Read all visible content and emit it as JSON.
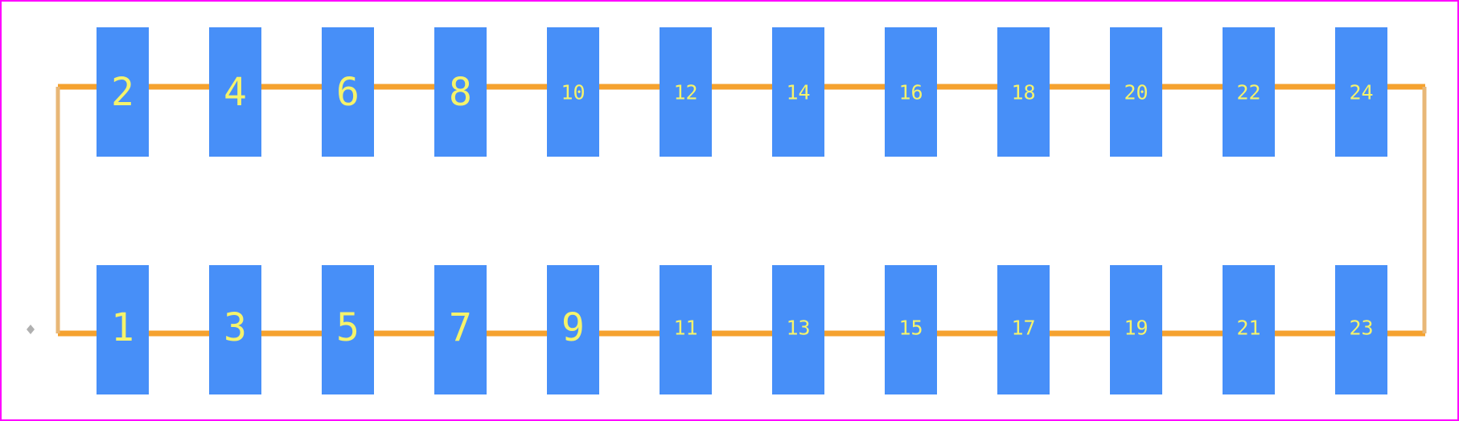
{
  "colors": {
    "background": "#ffffff",
    "board_outline": "#ff00ff",
    "pad_fill": "#478ff8",
    "pad_label": "#f5f36b",
    "silkscreen": "#f5a22f",
    "silkscreen_side": "#e8b777",
    "origin_marker": "#b0b0b0"
  },
  "rows": {
    "top": [
      {
        "number": "2"
      },
      {
        "number": "4"
      },
      {
        "number": "6"
      },
      {
        "number": "8"
      },
      {
        "number": "10"
      },
      {
        "number": "12"
      },
      {
        "number": "14"
      },
      {
        "number": "16"
      },
      {
        "number": "18"
      },
      {
        "number": "20"
      },
      {
        "number": "22"
      },
      {
        "number": "24"
      }
    ],
    "bottom": [
      {
        "number": "1"
      },
      {
        "number": "3"
      },
      {
        "number": "5"
      },
      {
        "number": "7"
      },
      {
        "number": "9"
      },
      {
        "number": "11"
      },
      {
        "number": "13"
      },
      {
        "number": "15"
      },
      {
        "number": "17"
      },
      {
        "number": "19"
      },
      {
        "number": "21"
      },
      {
        "number": "23"
      }
    ]
  }
}
